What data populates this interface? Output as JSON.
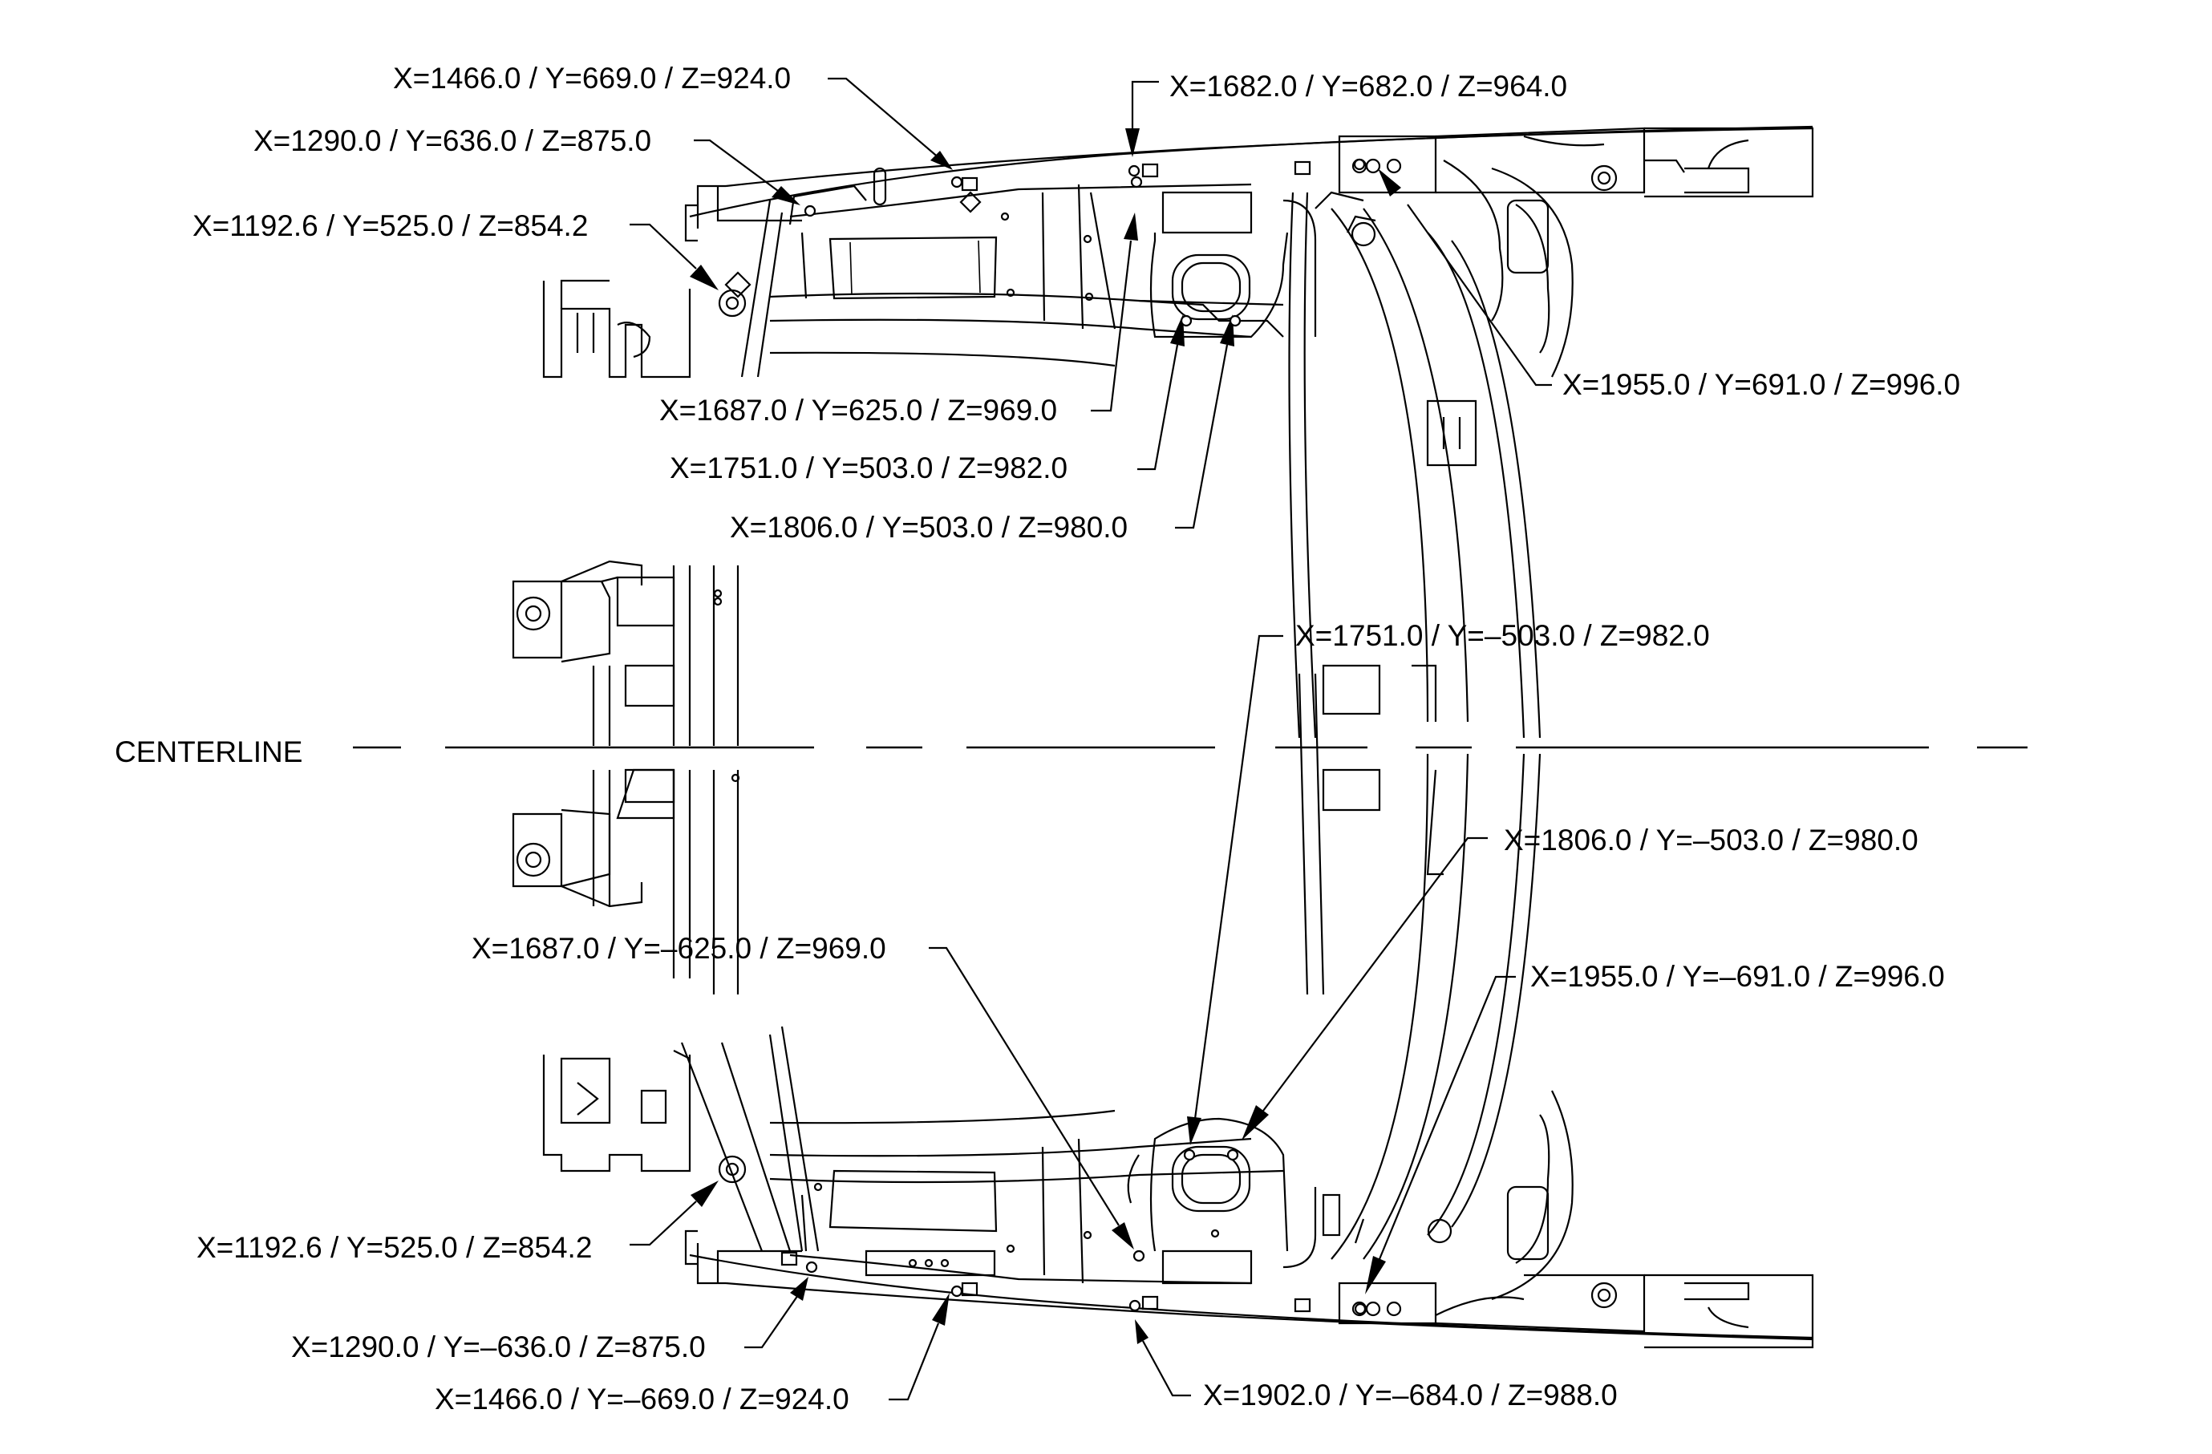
{
  "centerline_label": "CENTERLINE",
  "measurement_points": [
    {
      "id": "p1",
      "text": "X=1466.0 / Y=669.0 / Z=924.0"
    },
    {
      "id": "p2",
      "text": "X=1682.0 / Y=682.0 / Z=964.0"
    },
    {
      "id": "p3",
      "text": "X=1290.0 / Y=636.0 / Z=875.0"
    },
    {
      "id": "p4",
      "text": "X=1192.6 / Y=525.0 / Z=854.2"
    },
    {
      "id": "p5",
      "text": "X=1955.0 / Y=691.0 / Z=996.0"
    },
    {
      "id": "p6",
      "text": "X=1687.0 / Y=625.0 / Z=969.0"
    },
    {
      "id": "p7",
      "text": "X=1751.0 / Y=503.0 / Z=982.0"
    },
    {
      "id": "p8",
      "text": "X=1806.0 / Y=503.0 / Z=980.0"
    },
    {
      "id": "p9",
      "text": "X=1751.0 / Y=–503.0 / Z=982.0"
    },
    {
      "id": "p10",
      "text": "X=1806.0 / Y=–503.0 / Z=980.0"
    },
    {
      "id": "p11",
      "text": "X=1687.0 / Y=–625.0 / Z=969.0"
    },
    {
      "id": "p12",
      "text": "X=1955.0 / Y=–691.0 / Z=996.0"
    },
    {
      "id": "p13",
      "text": "X=1192.6 / Y=525.0 / Z=854.2"
    },
    {
      "id": "p14",
      "text": "X=1290.0 / Y=–636.0 / Z=875.0"
    },
    {
      "id": "p15",
      "text": "X=1466.0 / Y=–669.0 / Z=924.0"
    },
    {
      "id": "p16",
      "text": "X=1902.0 / Y=–684.0 / Z=988.0"
    }
  ]
}
